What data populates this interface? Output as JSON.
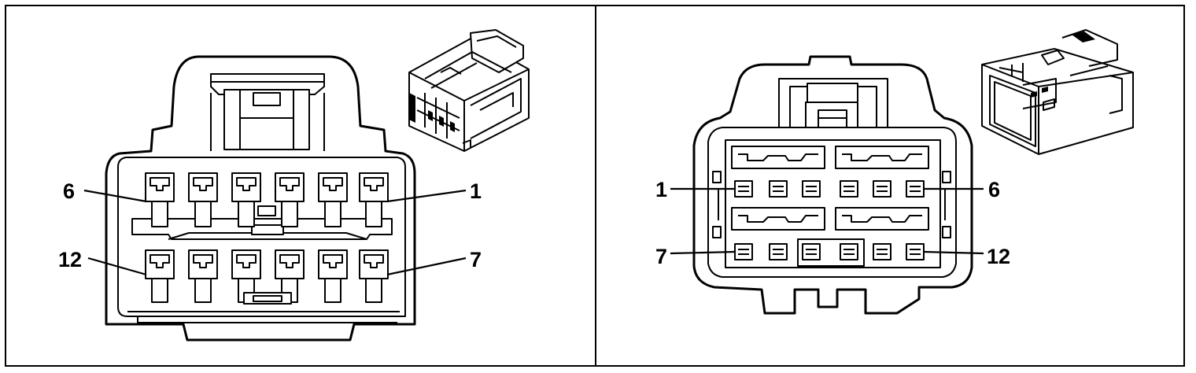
{
  "figure": {
    "panels": [
      {
        "id": "female-connector",
        "labels": {
          "top_left": "6",
          "top_right": "1",
          "bottom_left": "12",
          "bottom_right": "7"
        }
      },
      {
        "id": "male-connector",
        "labels": {
          "top_left": "1",
          "top_right": "6",
          "bottom_left": "7",
          "bottom_right": "12"
        }
      }
    ]
  }
}
